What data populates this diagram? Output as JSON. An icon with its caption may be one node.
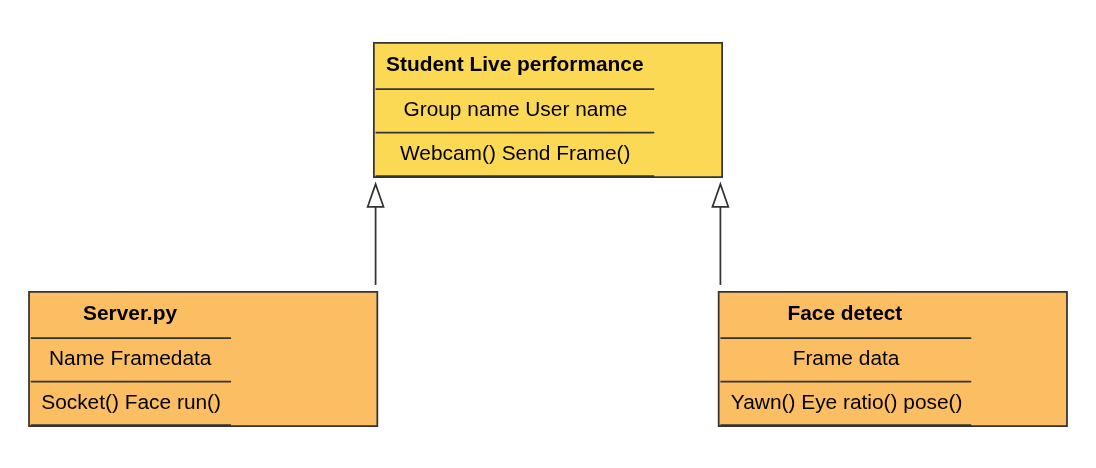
{
  "diagram": {
    "nodes": [
      {
        "text": [
          "Student Live performance",
          "Group name User name",
          "Webcam() Send Frame()"
        ]
      },
      {
        "text": [
          "Server.py",
          "Name Framedata",
          "Socket() Face run()"
        ]
      },
      {
        "text": [
          "Face detect",
          "Frame data",
          "Yawn() Eye ratio() pose()"
        ]
      }
    ],
    "edges": [
      {
        "from": 1,
        "to": 0,
        "arrow": "to"
      },
      {
        "from": 2,
        "to": 0,
        "arrow": "to"
      }
    ]
  }
}
